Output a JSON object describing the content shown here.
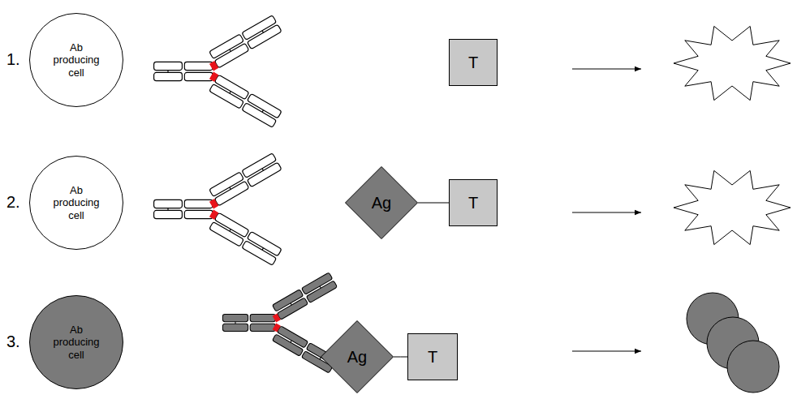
{
  "diagram": {
    "nodes": [
      {
        "text": [
          "Ab producing cell"
        ]
      },
      {
        "text": [
          "T"
        ]
      },
      {
        "text": [
          "Ab producing cell"
        ]
      },
      {
        "text": [
          "Ag"
        ]
      },
      {
        "text": [
          "T"
        ]
      },
      {
        "text": [
          "Ab producing cell"
        ]
      },
      {
        "text": [
          "Ag"
        ]
      },
      {
        "text": [
          "T"
        ]
      }
    ],
    "edges": [
      {
        "from": 3,
        "to": 4,
        "arrow": "none"
      },
      {
        "from": 6,
        "to": 7,
        "arrow": "none"
      }
    ],
    "labels": [
      "1.",
      "2.",
      "3."
    ]
  }
}
